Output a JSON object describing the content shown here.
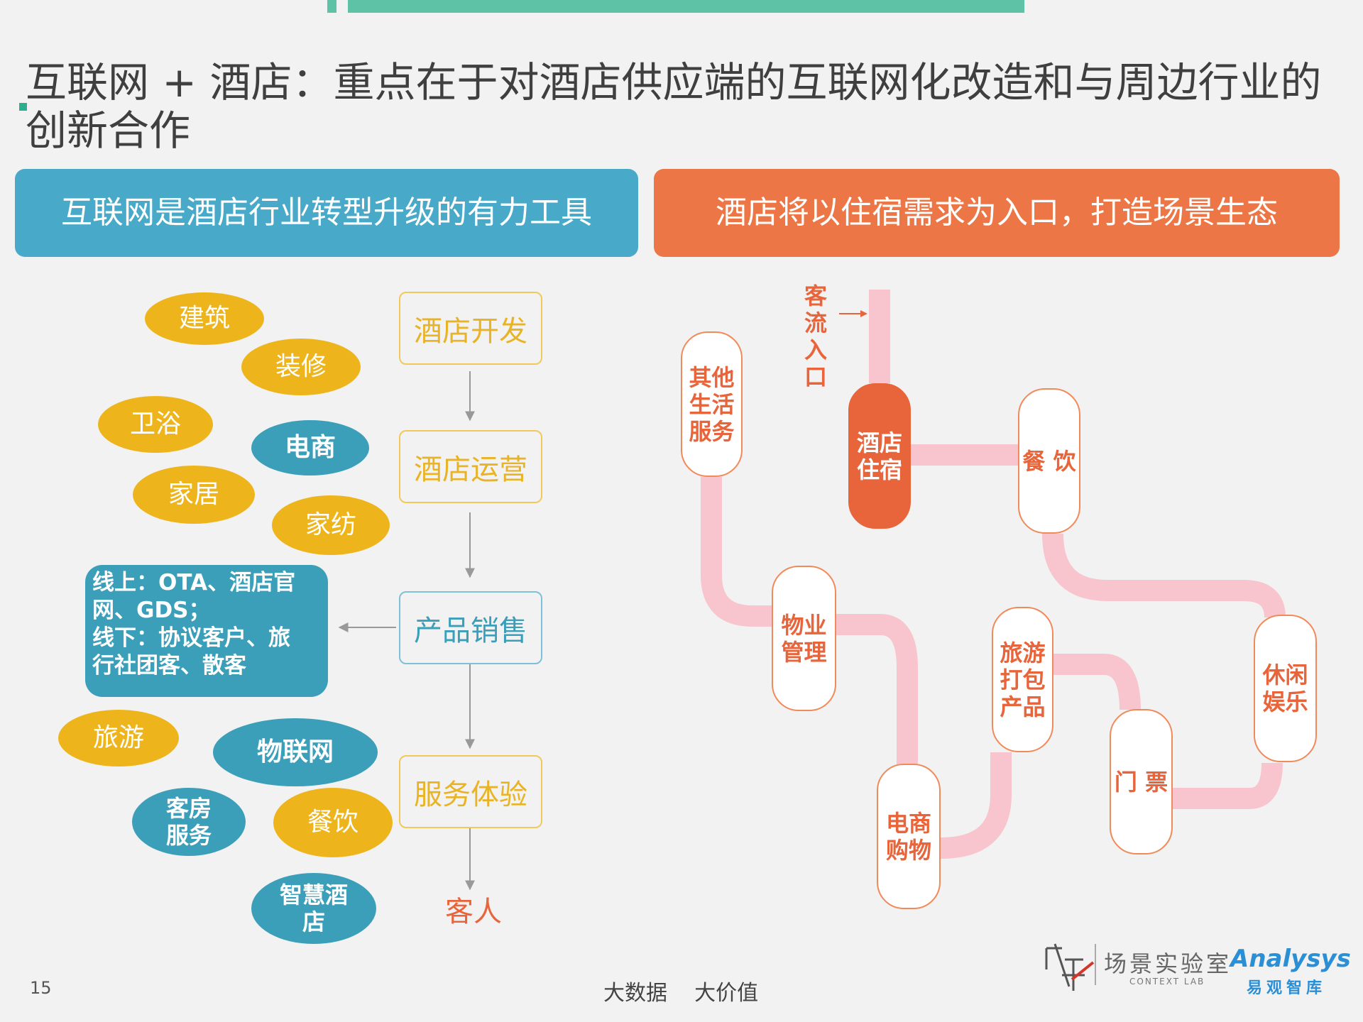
{
  "header": {
    "title": "互联网 + 酒店：重点在于对酒店供应端的互联网化改造和与周边行业的创新合作"
  },
  "banners": {
    "left": "互联网是酒店行业转型升级的有力工具",
    "right": "酒店将以住宿需求为入口，打造场景生态"
  },
  "left_panel": {
    "ellipses": [
      "建筑",
      "装修",
      "卫浴",
      "电商",
      "家居",
      "家纺",
      "旅游",
      "物联网",
      "客房\n服务",
      "餐饮",
      "智慧酒\n店"
    ],
    "flow": [
      "酒店开发",
      "酒店运营",
      "产品销售",
      "服务体验"
    ],
    "guest": "客人",
    "sales_channels": [
      "线上：OTA、酒店官",
      "网、GDS；",
      "线下：协议客户、旅",
      "行社团客、散客"
    ]
  },
  "right_panel": {
    "entry_label": "客流入口",
    "nodes": [
      "酒店\n住宿",
      "其他\n生活\n服务",
      "餐 饮",
      "物业\n管理",
      "旅游\n打包\n产品",
      "休闲\n娱乐",
      "门 票",
      "电商\n购物"
    ]
  },
  "footer": {
    "page": "15",
    "center": "大数据    大价值",
    "logo_lab": "场景实验室",
    "logo_lab_sub": "CONTEXT LAB",
    "logo_analysys": "Analysys",
    "logo_analysys_sub": "易观智库"
  },
  "colors": {
    "teal_top": "#5ec3a6",
    "blue": "#48aac8",
    "orange": "#ec7645",
    "yellow": "#edb51b",
    "pink_track": "#f8c5cf"
  }
}
